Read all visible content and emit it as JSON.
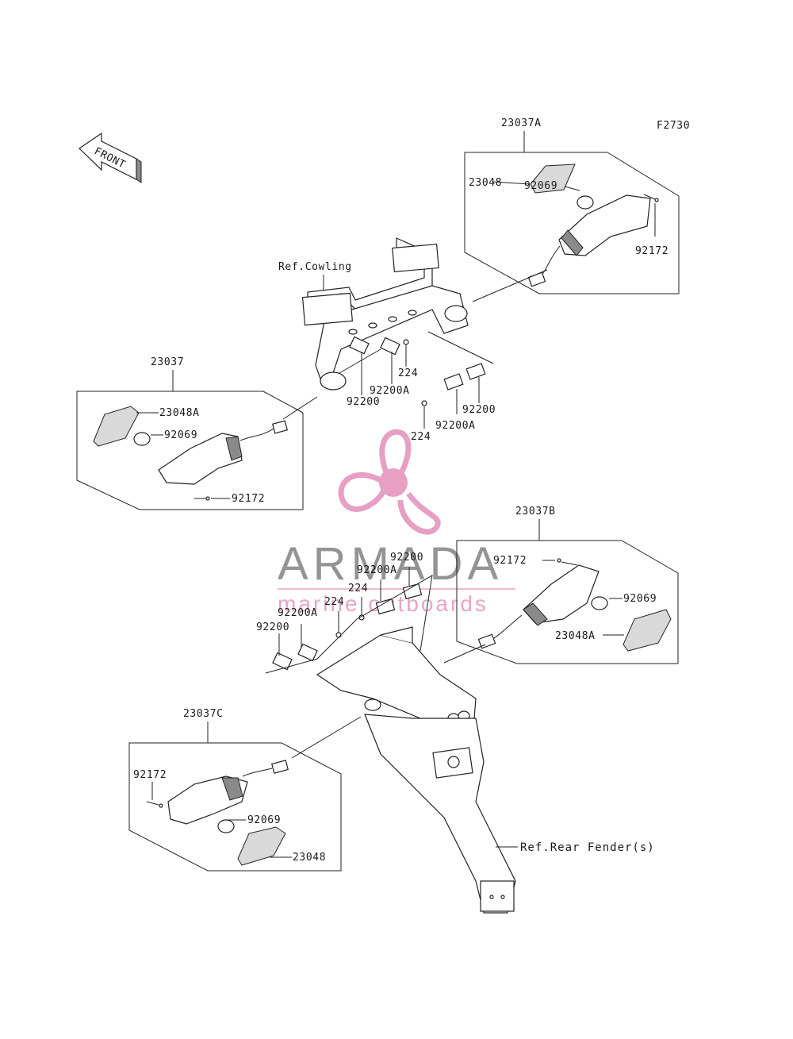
{
  "diagram_code": "F2730",
  "front_label": "FRONT",
  "refs": {
    "cowling": "Ref.Cowling",
    "rear_fender": "Ref.Rear Fender(s)"
  },
  "groups": {
    "a": {
      "title": "23037A",
      "lens": "23048",
      "bulb": "92069",
      "screw": "92172"
    },
    "main": {
      "title": "23037",
      "lens": "23048A",
      "bulb": "92069",
      "screw": "92172"
    },
    "b": {
      "title": "23037B",
      "lens": "23048A",
      "bulb": "92069",
      "screw": "92172"
    },
    "c": {
      "title": "23037C",
      "lens": "23048",
      "bulb": "92069",
      "screw": "92172"
    }
  },
  "front_bracket": {
    "p1": "224",
    "p2": "92200A",
    "p3": "92200",
    "p4": "92200",
    "p5": "92200A",
    "p6": "224"
  },
  "rear_bracket": {
    "p1": "92200",
    "p2": "92200A",
    "p3": "224",
    "p4": "224",
    "p5": "92200A",
    "p6": "92200"
  },
  "watermark": {
    "brand": "ARMADA",
    "tagline": "marine outboards",
    "accent": "#e38fb9",
    "gray": "#7a7a7a"
  }
}
